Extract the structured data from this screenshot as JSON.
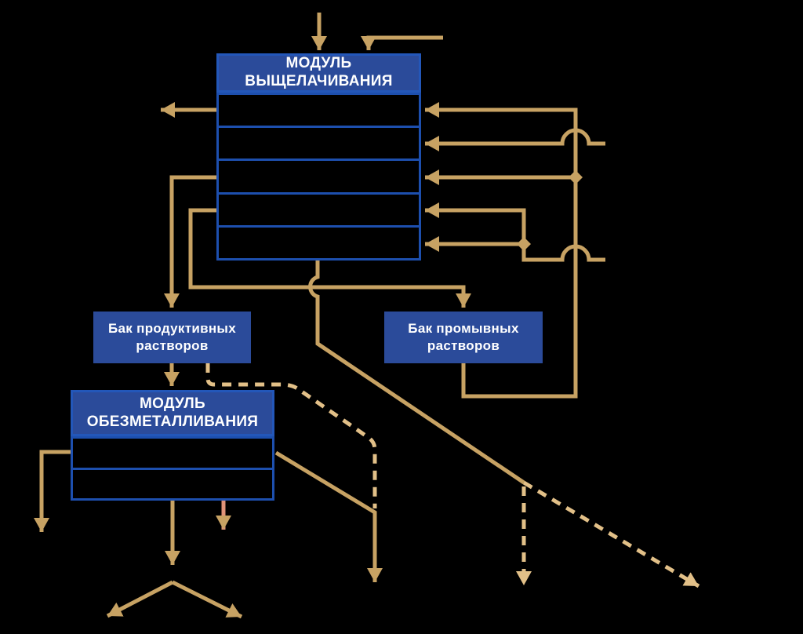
{
  "colors": {
    "background": "#000000",
    "line_solid": "#c7a263",
    "line_dashed": "#e2c088",
    "line_salmon": "#e09379",
    "box_fill": "#2b4b9a",
    "box_border": "#1d4fae",
    "header_border": "#2357b9",
    "text": "#ffffff"
  },
  "nodes": {
    "leaching_module": {
      "title": "МОДУЛЬ ВЫЩЕЛАЧИВАНИЯ",
      "rows": 5
    },
    "productive_tank": {
      "title": "Бак продуктивных растворов"
    },
    "washing_tank": {
      "title": "Бак промывных растворов"
    },
    "demetallization_module": {
      "title": "МОДУЛЬ ОБЕЗМЕТАЛЛИВАНИЯ",
      "rows": 2
    }
  }
}
